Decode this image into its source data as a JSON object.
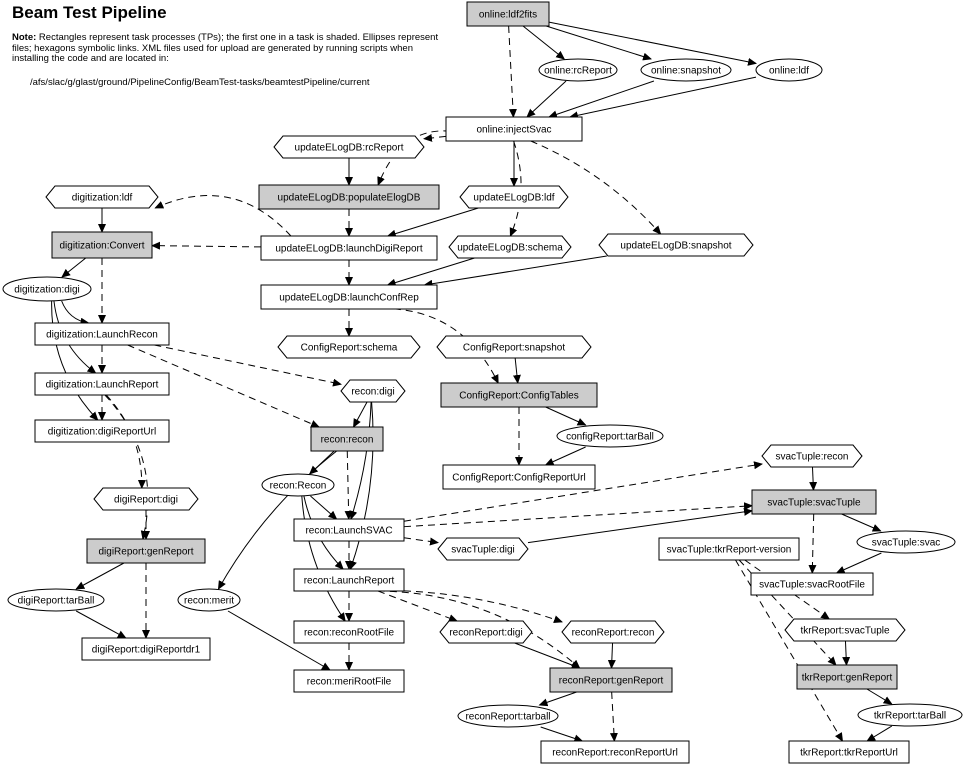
{
  "title": "Beam Test Pipeline",
  "note": {
    "label": "Note:",
    "text": "Rectangles represent task processes (TPs); the first one in a task is shaded.  Ellipses represent files; hexagons symbolic links. XML files used for upload are generated by running scripts when installing the code and are located in:",
    "path": "/afs/slac/g/glast/ground/PipelineConfig/BeamTest-tasks/beamtestPipeline/current"
  },
  "colors": {
    "shaded": "#cccccc",
    "stroke": "#000000",
    "background": "#ffffff"
  },
  "nodes": {
    "ldf2fits": "online:ldf2fits",
    "rcReport": "online:rcReport",
    "snapshot": "online:snapshot",
    "online_ldf": "online:ldf",
    "injectSvac": "online:injectSvac",
    "elog_rcReport": "updateELogDB:rcReport",
    "populateElogDB": "updateELogDB:populateElogDB",
    "elog_ldf": "updateELogDB:ldf",
    "launchDigiReport": "updateELogDB:launchDigiReport",
    "elog_schema": "updateELogDB:schema",
    "elog_snapshot": "updateELogDB:snapshot",
    "launchConfRep": "updateELogDB:launchConfRep",
    "cr_schema": "ConfigReport:schema",
    "cr_snapshot": "ConfigReport:snapshot",
    "configTables": "ConfigReport:ConfigTables",
    "cr_tarBall": "configReport:tarBall",
    "configReportUrl": "ConfigReport:ConfigReportUrl",
    "dig_ldf": "digitization:ldf",
    "dig_convert": "digitization:Convert",
    "dig_digi": "digitization:digi",
    "dig_launchRecon": "digitization:LaunchRecon",
    "dig_launchReport": "digitization:LaunchReport",
    "dig_digiReportUrl": "digitization:digiReportUrl",
    "dr_digi": "digiReport:digi",
    "dr_genReport": "digiReport:genReport",
    "dr_tarBall": "digiReport:tarBall",
    "dr_digiReportdr1": "digiReport:digiReportdr1",
    "rc_digi": "recon:digi",
    "rc_recon": "recon:recon",
    "rc_Recon": "recon:Recon",
    "rc_launchSVAC": "recon:LaunchSVAC",
    "rc_launchReport": "recon:LaunchReport",
    "rc_merit": "recon:merit",
    "rc_reconRootFile": "recon:reconRootFile",
    "rc_meritRootFile": "recon:meriRootFile",
    "st_recon": "svacTuple:recon",
    "st_svacTuple": "svacTuple:svacTuple",
    "st_digi": "svacTuple:digi",
    "st_tkrReportVersion": "svacTuple:tkrReport-version",
    "st_svac": "svacTuple:svac",
    "st_svacRootFile": "svacTuple:svacRootFile",
    "rr_digi": "reconReport:digi",
    "rr_recon": "reconReport:recon",
    "rr_genReport": "reconReport:genReport",
    "rr_tarball": "reconReport:tarball",
    "rr_reconReportUrl": "reconReport:reconReportUrl",
    "tk_svacTuple": "tkrReport:svacTuple",
    "tk_genReport": "tkrReport:genReport",
    "tk_tarBall": "tkrReport:tarBall",
    "tk_tkrReportUrl": "tkrReport:tkrReportUrl"
  }
}
